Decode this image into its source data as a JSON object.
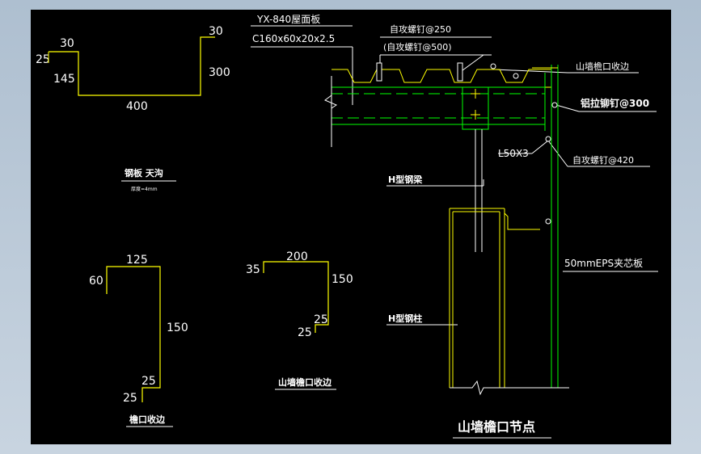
{
  "drawing": {
    "panel_labels": {
      "gutter": "钢板 天沟",
      "gutter_sub": "厚度=4mm",
      "gable_trim": "山墙檐口收边",
      "eave_trim": "檐口收边",
      "title": "山墙檐口节点"
    },
    "gutter_dims": {
      "d1": "30",
      "d2": "25",
      "d3": "145",
      "d4": "30",
      "d5": "300",
      "d6": "400"
    },
    "eave_trim_dims": {
      "top": "125",
      "left": "60",
      "right": "150",
      "b1": "25",
      "b2": "25"
    },
    "gable_trim_dims": {
      "top": "200",
      "left": "35",
      "right": "150",
      "b1": "25",
      "b2": "25"
    },
    "node_labels": {
      "roof_panel": "YX-840屋面板",
      "purlin": "C160x60x20x2.5",
      "screw1": "自攻螺钉@250",
      "screw1b": "(自攻螺钉@500)",
      "gable_trim_label": "山墙檐口收边",
      "rivet": "铝拉铆钉@300",
      "angle": "L50X3",
      "screw2": "自攻螺钉@420",
      "beam": "H型钢梁",
      "panel": "50mmEPS夹芯板",
      "column": "H型钢柱"
    }
  }
}
